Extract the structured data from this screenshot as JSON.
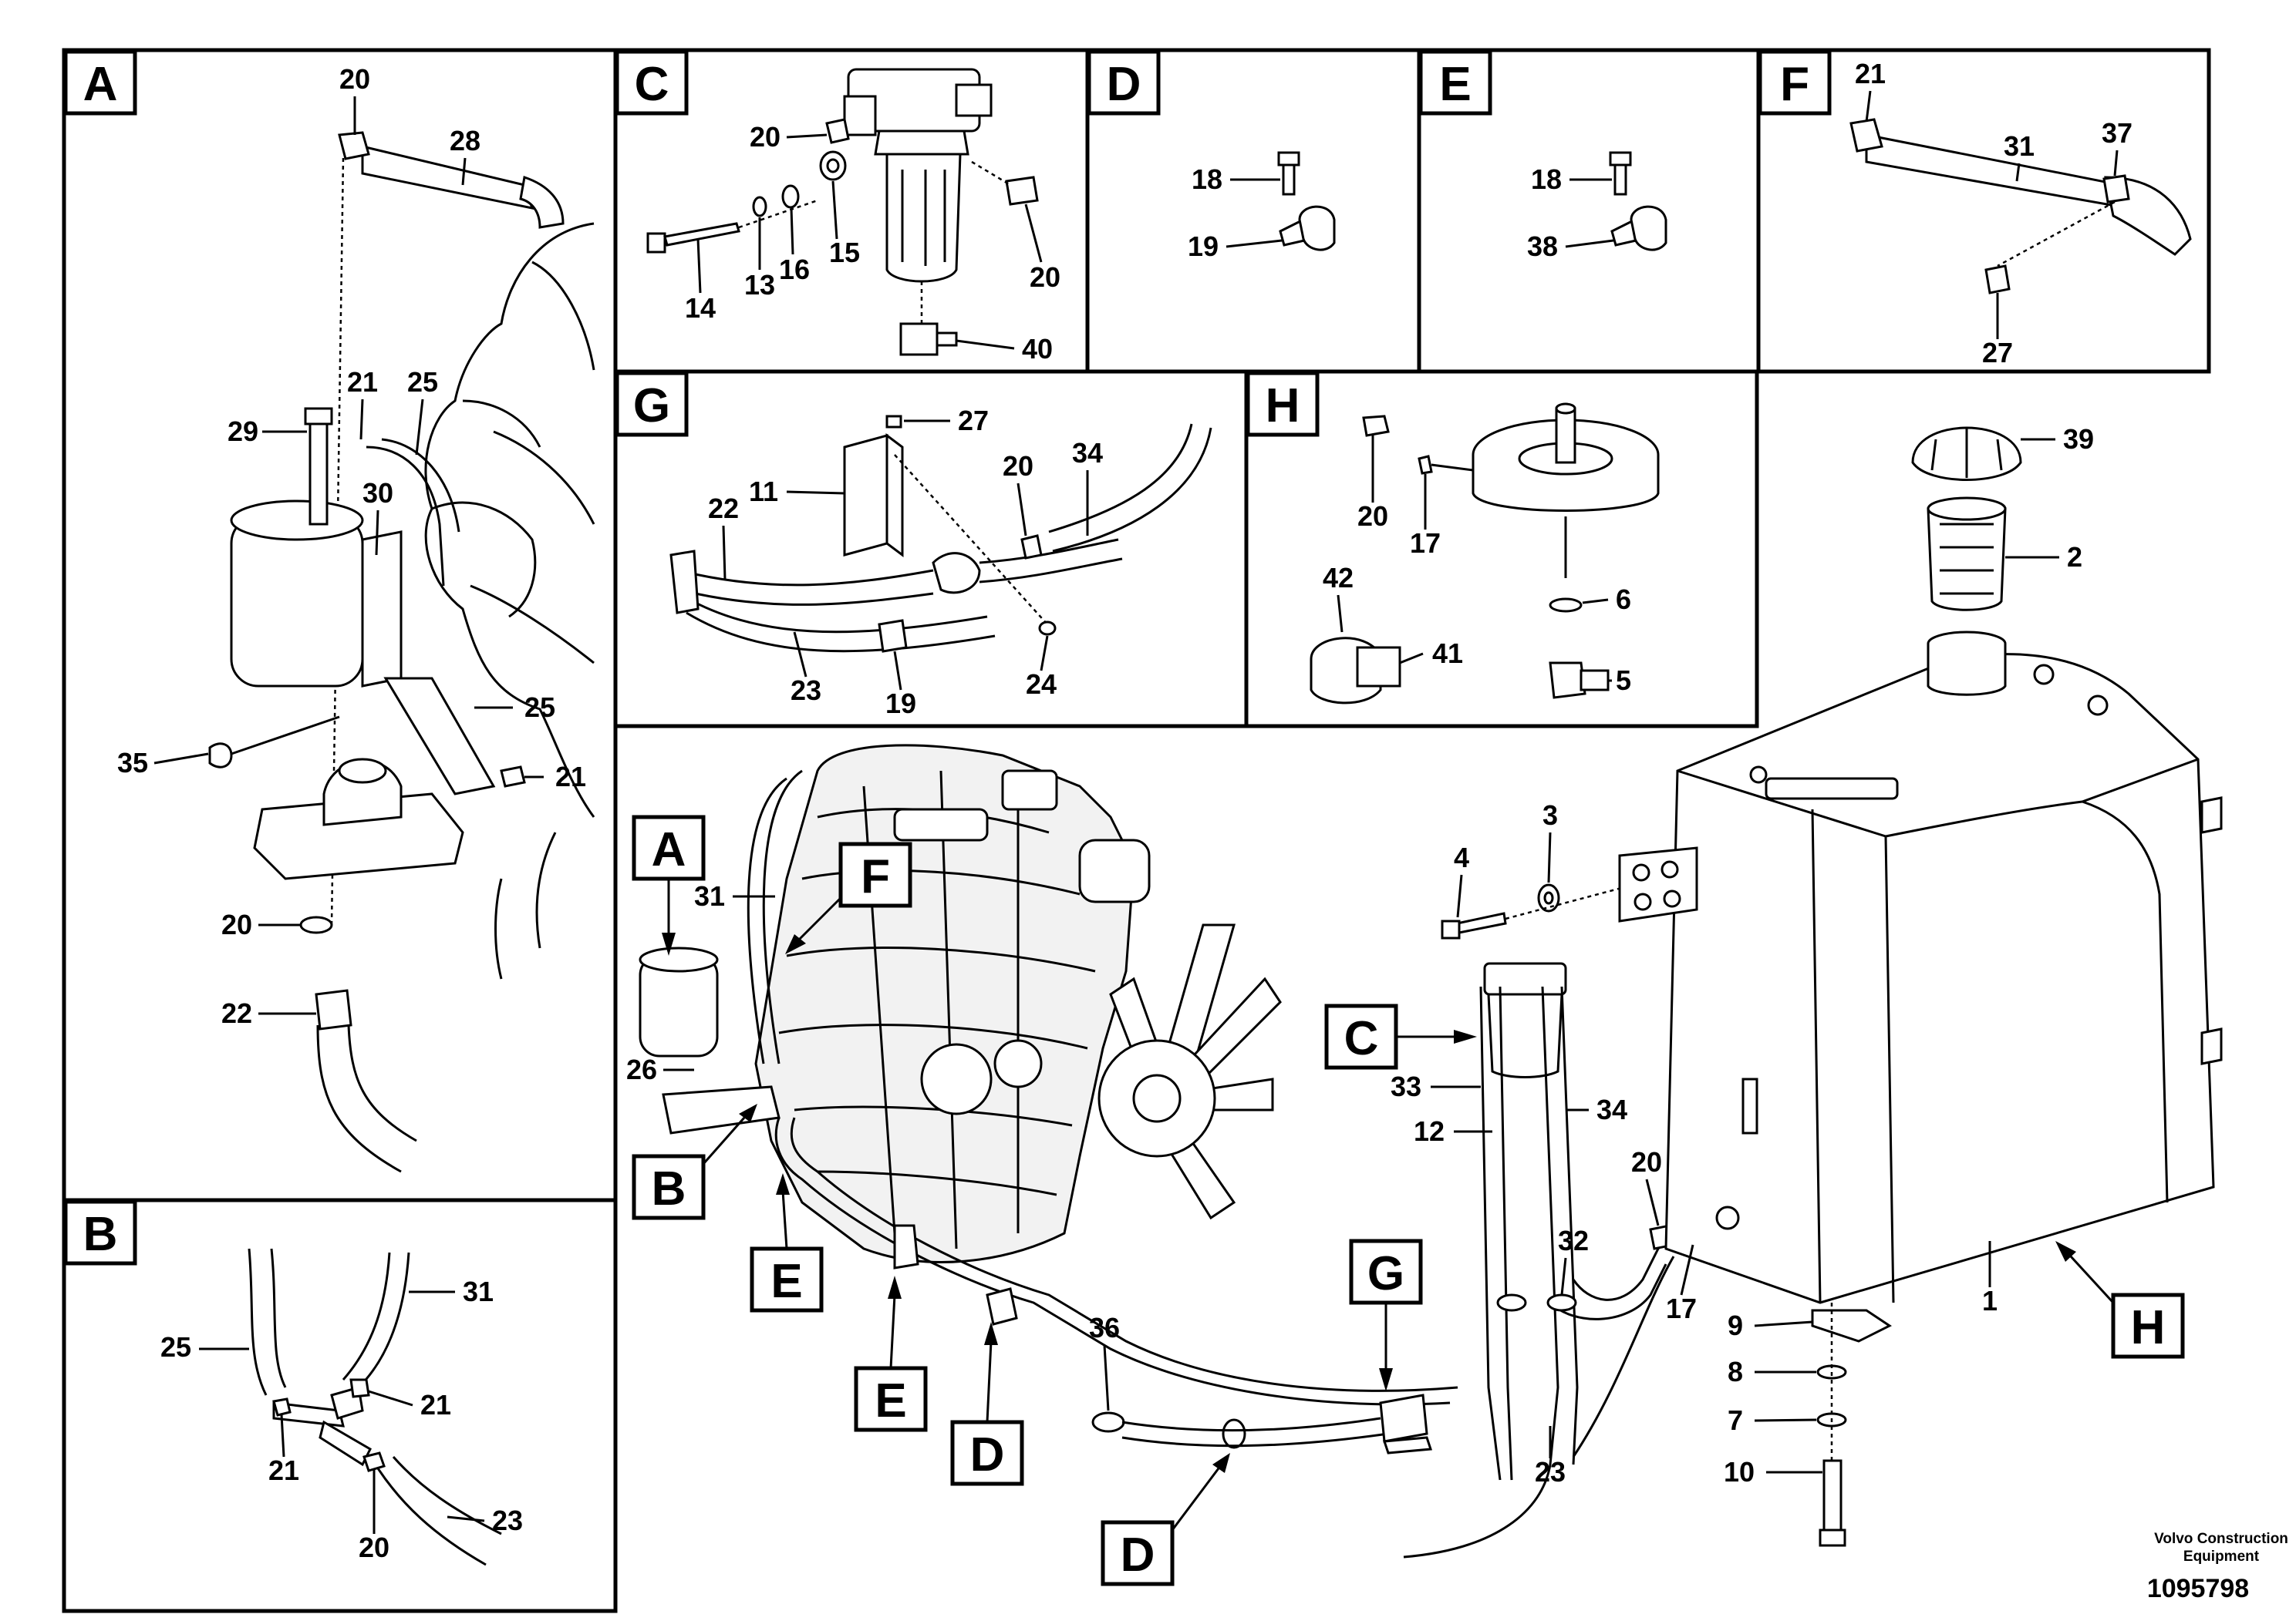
{
  "panels": {
    "A": "A",
    "B": "B",
    "C": "C",
    "D": "D",
    "E": "E",
    "F": "F",
    "G": "G",
    "H": "H"
  },
  "main_view_tags": {
    "A": "A",
    "B": "B",
    "C": "C",
    "D1": "D",
    "D2": "D",
    "E1": "E",
    "E2": "E",
    "F": "F",
    "G": "G",
    "H": "H"
  },
  "labels": {
    "a_20_top": "20",
    "a_28": "28",
    "a_21": "21",
    "a_25_top": "25",
    "a_29": "29",
    "a_30": "30",
    "a_25_mid": "25",
    "a_35": "35",
    "a_21_low": "21",
    "a_20_low": "20",
    "a_22": "22",
    "b_25": "25",
    "b_31": "31",
    "b_21_right": "21",
    "b_21_left": "21",
    "b_23": "23",
    "b_20": "20",
    "c_20_top": "20",
    "c_15": "15",
    "c_16": "16",
    "c_13": "13",
    "c_14": "14",
    "c_20_right": "20",
    "c_40": "40",
    "d_18": "18",
    "d_19": "19",
    "e_18": "18",
    "e_38": "38",
    "f_21": "21",
    "f_31": "31",
    "f_37": "37",
    "f_27": "27",
    "g_27": "27",
    "g_11": "11",
    "g_20": "20",
    "g_34": "34",
    "g_22": "22",
    "g_23": "23",
    "g_19": "19",
    "g_24": "24",
    "h_20": "20",
    "h_17": "17",
    "h_6": "6",
    "h_42": "42",
    "h_41": "41",
    "h_5": "5",
    "m_39": "39",
    "m_2": "2",
    "m_3": "3",
    "m_4": "4",
    "m_31": "31",
    "m_26": "26",
    "m_33": "33",
    "m_12": "12",
    "m_34": "34",
    "m_20": "20",
    "m_32": "32",
    "m_17": "17",
    "m_1": "1",
    "m_9": "9",
    "m_8": "8",
    "m_7": "7",
    "m_10": "10",
    "m_36": "36",
    "m_23": "23"
  },
  "footer": {
    "company_line1": "Volvo Construction",
    "company_line2": "Equipment",
    "drawing_number": "1095798"
  }
}
